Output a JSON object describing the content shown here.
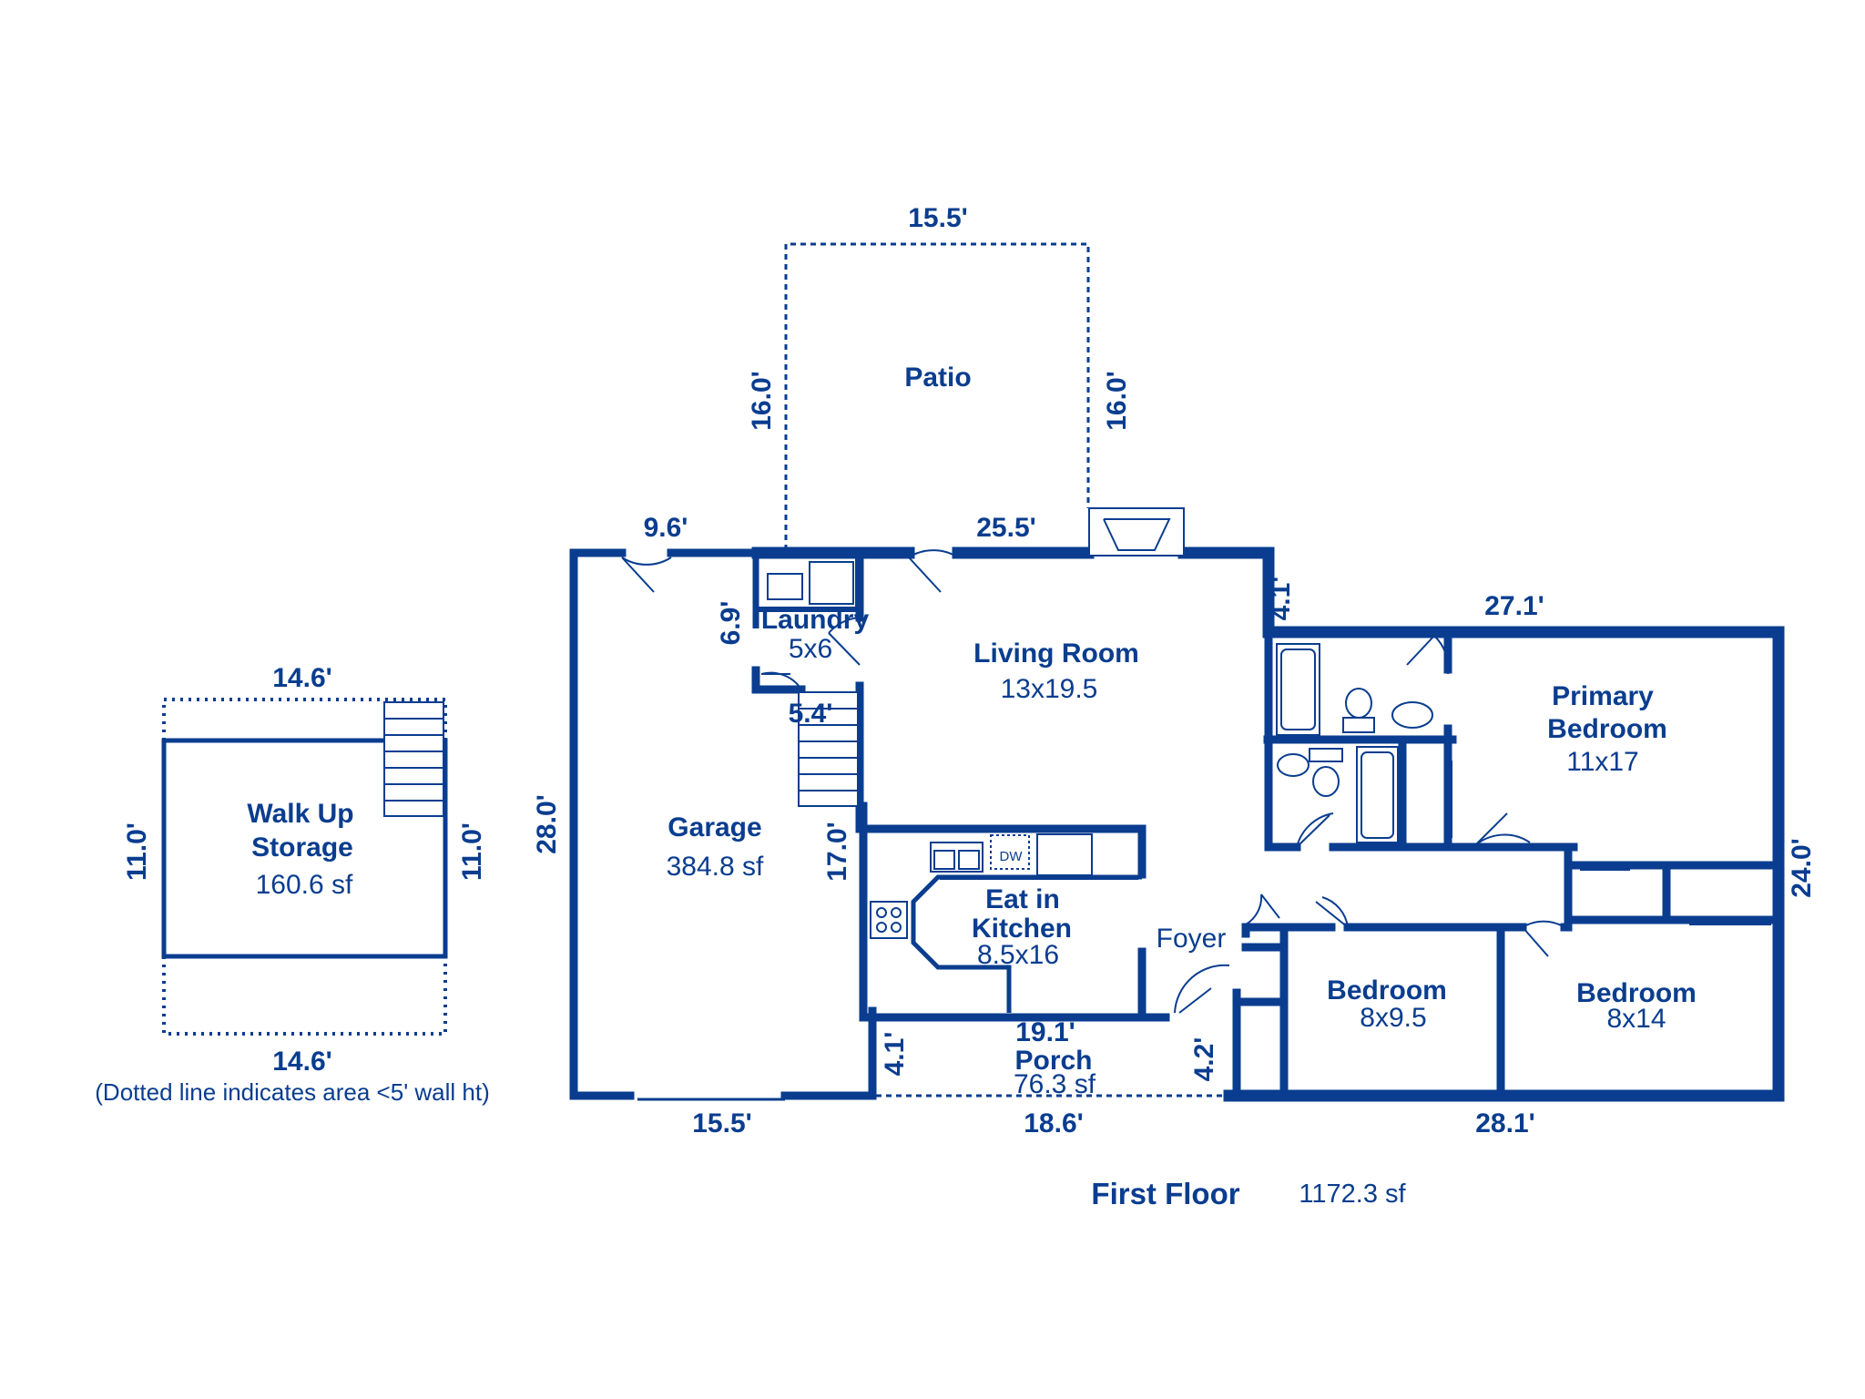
{
  "floor": {
    "title": "First Floor",
    "area": "1172.3 sf"
  },
  "rooms": {
    "patio": "Patio",
    "laundry": {
      "name": "Laundry",
      "size": "5x6"
    },
    "living": {
      "name": "Living Room",
      "size": "13x19.5"
    },
    "primary": {
      "line1": "Primary",
      "line2": "Bedroom",
      "size": "11x17"
    },
    "garage": {
      "name": "Garage",
      "area": "384.8 sf"
    },
    "kitchen": {
      "line1": "Eat in",
      "line2": "Kitchen",
      "size": "8.5x16"
    },
    "foyer": "Foyer",
    "bedroom1": {
      "name": "Bedroom",
      "size": "8x9.5"
    },
    "bedroom2": {
      "name": "Bedroom",
      "size": "8x14"
    },
    "porch": {
      "name": "Porch",
      "area": "76.3 sf"
    },
    "storage": {
      "line1": "Walk Up",
      "line2": "Storage",
      "area": "160.6 sf"
    }
  },
  "appliance": {
    "dishwasher": "DW"
  },
  "dimensions": {
    "patio_top": "15.5'",
    "patio_left": "16.0'",
    "patio_right": "16.0'",
    "garage_top": "9.6'",
    "living_top": "25.5'",
    "step_right": "4.1'",
    "bedroom_top": "27.1'",
    "laundry_side": "6.9'",
    "stair": "5.4'",
    "garage_side": "28.0'",
    "kitchen_side": "17.0'",
    "right_side": "24.0'",
    "porch_top": "19.1'",
    "porch_left": "4.1'",
    "porch_right": "4.2'",
    "garage_bottom": "15.5'",
    "porch_bottom": "18.6'",
    "bedroom_bottom": "28.1'",
    "storage_top": "14.6'",
    "storage_bottom": "14.6'",
    "storage_left": "11.0'",
    "storage_right": "11.0'"
  },
  "note": "(Dotted line indicates area <5' wall ht)"
}
